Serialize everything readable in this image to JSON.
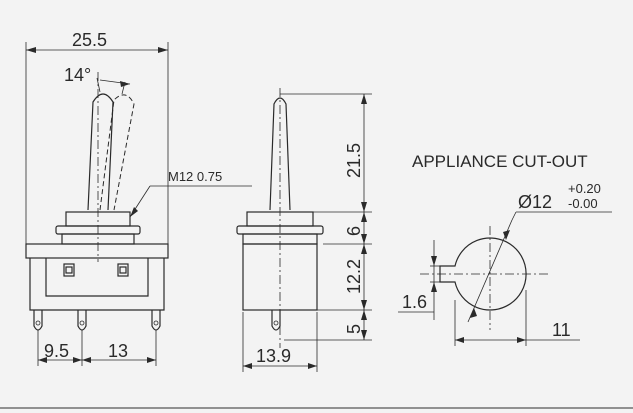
{
  "labels": {
    "width_total": "25.5",
    "angle": "14°",
    "thread": "M12  0.75",
    "pitch_9_5": "9.5",
    "pitch_13": "13",
    "lever_height": "21.5",
    "bushing_height": "6",
    "body_height": "12.2",
    "terminal_height": "5",
    "body_width": "13.9",
    "cutout_title": "APPLIANCE CUT-OUT",
    "cutout_dia": "Ø12",
    "tol_plus": "+0.20",
    "tol_minus": "-0.00",
    "key_width": "1.6",
    "key_offset": "11"
  }
}
